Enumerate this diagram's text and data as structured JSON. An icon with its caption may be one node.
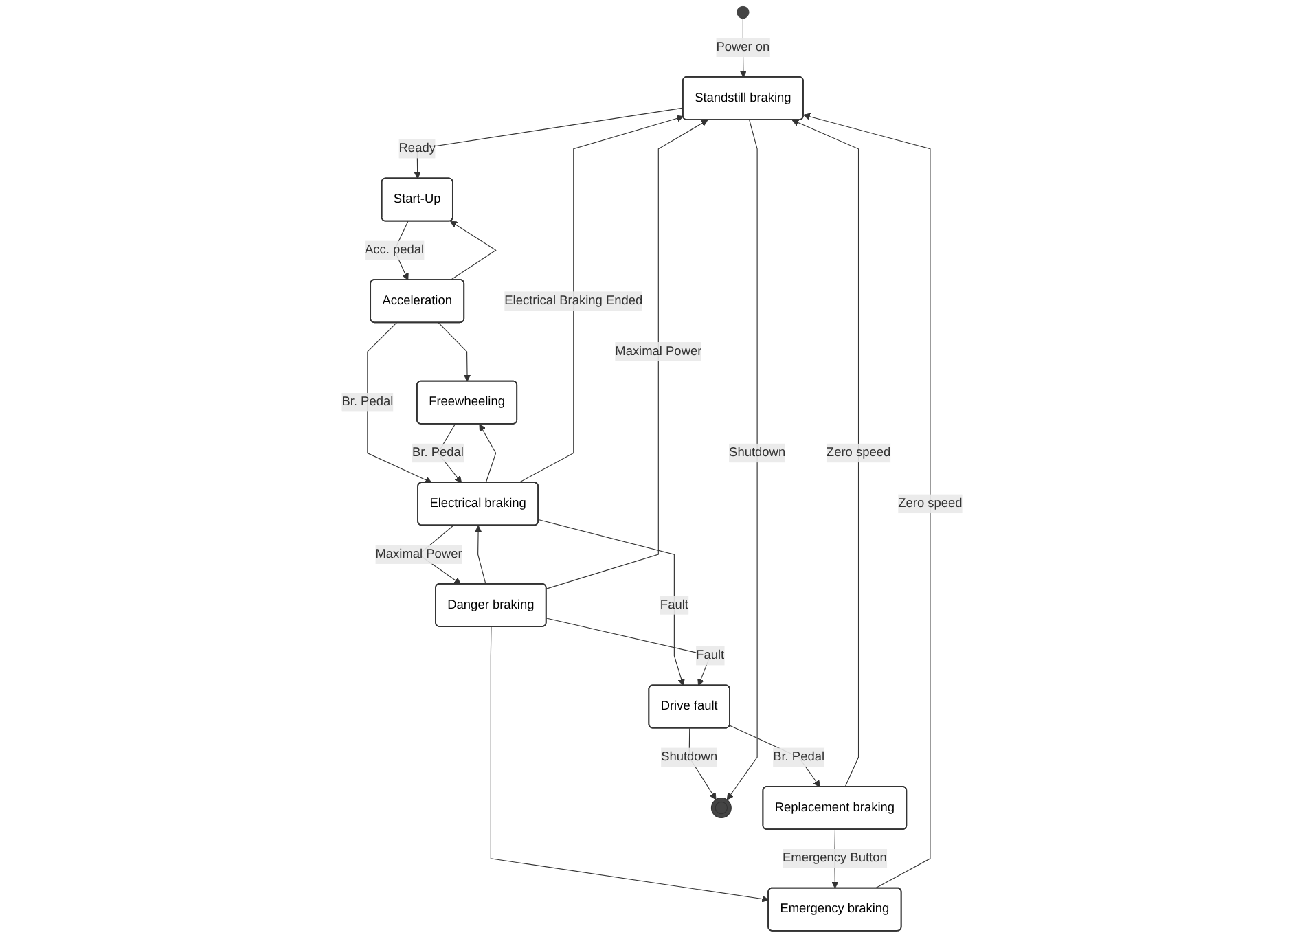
{
  "diagram": {
    "nodes": [
      {
        "text": [],
        "shape": "circle"
      },
      {
        "text": [
          "Acceleration"
        ]
      },
      {
        "text": [
          "Freewheeling"
        ]
      },
      {
        "text": [
          "Start-Up"
        ]
      },
      {
        "text": [
          "Electrical braking"
        ]
      },
      {
        "text": [
          "Drive fault"
        ]
      },
      {
        "text": [
          "Danger braking"
        ]
      },
      {
        "text": [
          "Replacement braking"
        ]
      },
      {
        "text": [
          "Standstill braking"
        ]
      },
      {
        "text": [
          "Emergency braking"
        ]
      },
      {
        "text": [],
        "shape": "bullseye"
      }
    ],
    "edges": [
      {
        "from": 1,
        "to": 2,
        "arrow": "to"
      },
      {
        "from": 3,
        "to": 1,
        "label": "Acc. pedal",
        "arrow": "to"
      },
      {
        "from": 1,
        "to": 3,
        "arrow": "to"
      },
      {
        "from": 1,
        "to": 4,
        "label": "Br. Pedal",
        "arrow": "to"
      },
      {
        "from": 2,
        "to": 4,
        "label": "Br. Pedal",
        "arrow": "to"
      },
      {
        "from": 4,
        "to": 2,
        "arrow": "to"
      },
      {
        "from": 4,
        "to": 5,
        "label": "Fault",
        "arrow": "to"
      },
      {
        "from": 6,
        "to": 4,
        "arrow": "to"
      },
      {
        "from": 4,
        "to": 6,
        "label": "Maximal Power",
        "arrow": "to"
      },
      {
        "from": 6,
        "to": 5,
        "label": "Fault",
        "arrow": "to"
      },
      {
        "from": 4,
        "to": 8,
        "label": "Electrical Braking Ended",
        "arrow": "to"
      },
      {
        "from": 8,
        "to": 3,
        "label": "Ready",
        "arrow": "to"
      },
      {
        "from": 5,
        "to": 7,
        "label": "Br. Pedal",
        "arrow": "to"
      },
      {
        "from": 5,
        "to": 10,
        "label": "Shutdown",
        "arrow": "to"
      },
      {
        "from": 6,
        "to": 8,
        "label": "Maximal Power",
        "arrow": "to"
      },
      {
        "from": 7,
        "to": 8,
        "label": "Zero speed",
        "arrow": "to"
      },
      {
        "from": 6,
        "to": 9,
        "arrow": "to"
      },
      {
        "from": 0,
        "to": 8,
        "label": "Power on",
        "arrow": "to"
      },
      {
        "from": 8,
        "to": 10,
        "label": "Shutdown",
        "arrow": "to"
      },
      {
        "from": 7,
        "to": 9,
        "label": "Emergency Button",
        "arrow": "to"
      },
      {
        "from": 9,
        "to": 8,
        "label": "Zero speed",
        "arrow": "to"
      }
    ]
  }
}
